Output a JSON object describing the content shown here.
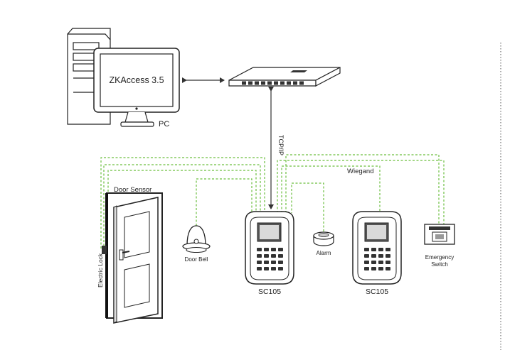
{
  "diagram": {
    "software_label": "ZKAccess 3.5",
    "pc_label": "PC",
    "network_label": "TCP/IP",
    "wiegand_label": "Wiegand",
    "door_sensor_label": "Door Sensor",
    "electric_lock_label": "Electric Lock",
    "door_bell_label": "Door Bell",
    "alarm_label": "Alarm",
    "reader1_label": "SC105",
    "reader2_label": "SC105",
    "emergency_label_line1": "Emergency",
    "emergency_label_line2": "Switch"
  },
  "colors": {
    "wire": "#6cbf3f",
    "outline": "#222222"
  }
}
